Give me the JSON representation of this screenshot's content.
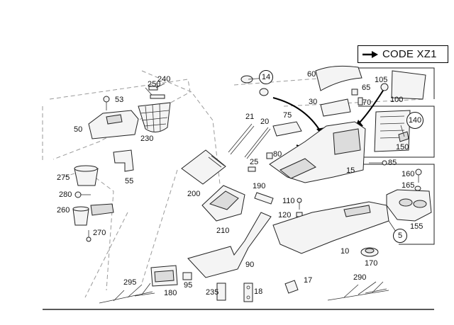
{
  "code": {
    "label": "CODE XZ1"
  },
  "callouts": {
    "p5": "5",
    "p10": "10",
    "p14": "14",
    "p15": "15",
    "p17": "17",
    "p18": "18",
    "p20": "20",
    "p21": "21",
    "p25": "25",
    "p30": "30",
    "p50": "50",
    "p53": "53",
    "p55": "55",
    "p60": "60",
    "p65": "65",
    "p70": "70",
    "p75": "75",
    "p80": "80",
    "p85": "85",
    "p90": "90",
    "p95": "95",
    "p100": "100",
    "p105": "105",
    "p110": "110",
    "p120": "120",
    "p140": "140",
    "p150": "150",
    "p155": "155",
    "p160": "160",
    "p165": "165",
    "p170": "170",
    "p180": "180",
    "p190": "190",
    "p200": "200",
    "p210": "210",
    "p230": "230",
    "p235": "235",
    "p240": "240",
    "p250": "250",
    "p260": "260",
    "p270": "270",
    "p275": "275",
    "p280": "280",
    "p290": "290",
    "p295": "295"
  }
}
